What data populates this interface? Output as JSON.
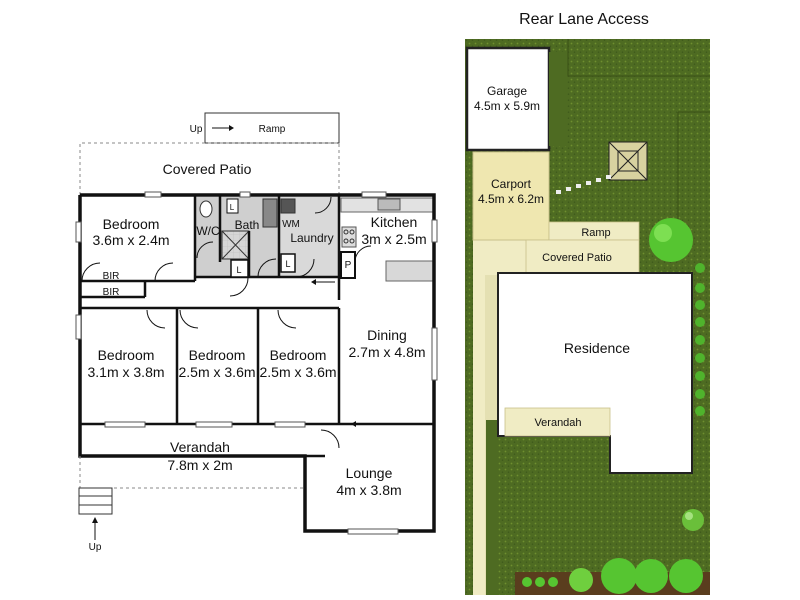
{
  "title": "Rear Lane Access",
  "floorplan": {
    "up_top": "Up",
    "ramp_top": "Ramp",
    "covered_patio": "Covered Patio",
    "bedroom1_name": "Bedroom",
    "bedroom1_size": "3.6m x 2.4m",
    "wc": "W/C",
    "bath": "Bath",
    "wm": "WM",
    "laundry": "Laundry",
    "kitchen_name": "Kitchen",
    "kitchen_size": "3m x 2.5m",
    "l1": "L",
    "l2": "L",
    "l3": "L",
    "p": "P",
    "bir1": "BIR",
    "bir2": "BIR",
    "bedroom2_name": "Bedroom",
    "bedroom2_size": "3.1m x 3.8m",
    "bedroom3_name": "Bedroom",
    "bedroom3_size": "2.5m x 3.6m",
    "bedroom4_name": "Bedroom",
    "bedroom4_size": "2.5m x 3.6m",
    "dining_name": "Dining",
    "dining_size": "2.7m x 4.8m",
    "verandah_name": "Verandah",
    "verandah_size": "7.8m x 2m",
    "lounge_name": "Lounge",
    "lounge_size": "4m x 3.8m",
    "up_bottom": "Up"
  },
  "siteplan": {
    "garage_name": "Garage",
    "garage_size": "4.5m x 5.9m",
    "carport_name": "Carport",
    "carport_size": "4.5m x 6.2m",
    "ramp": "Ramp",
    "covered_patio": "Covered Patio",
    "residence": "Residence",
    "verandah": "Verandah"
  },
  "colors": {
    "lawn": "#4e6b22",
    "lawn_light": "#6b8a2e",
    "paving": "#f0ecc4",
    "carport": "#efe7b0",
    "wet_area": "#cfcfcf",
    "tree": "#56c531"
  }
}
